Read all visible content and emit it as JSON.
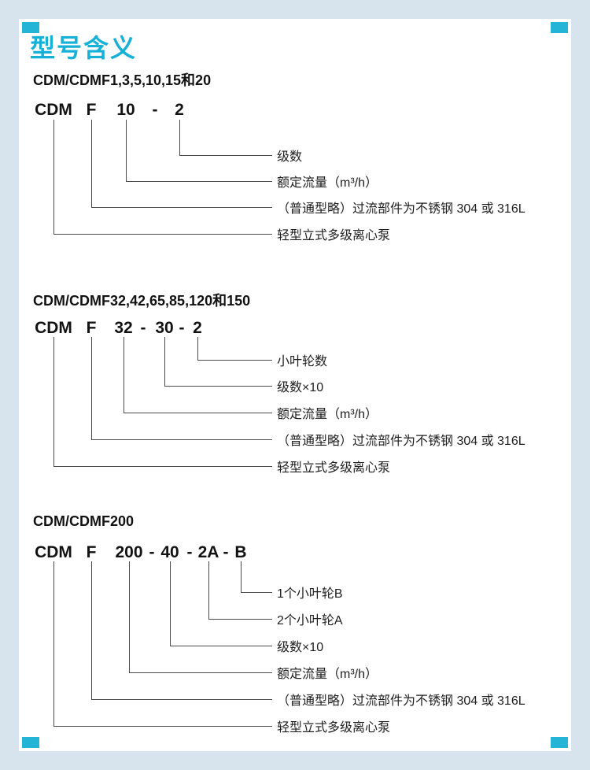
{
  "page": {
    "title": "型号含义",
    "accent_color": "#17b1d7",
    "line_color": "#4a4a4a"
  },
  "sections": [
    {
      "heading": "CDM/CDMF1,3,5,10,15和20",
      "code_tokens": [
        "CDM",
        "F",
        "10",
        "-",
        "2"
      ],
      "labels": [
        "级数",
        "额定流量（m³/h）",
        "（普通型略）过流部件为不锈钢 304 或 316L",
        "轻型立式多级离心泵"
      ]
    },
    {
      "heading": "CDM/CDMF32,42,65,85,120和150",
      "code_tokens": [
        "CDM",
        "F",
        "32",
        "-",
        "30",
        "-",
        "2"
      ],
      "labels": [
        "小叶轮数",
        "级数×10",
        "额定流量（m³/h）",
        "（普通型略）过流部件为不锈钢 304 或 316L",
        "轻型立式多级离心泵"
      ]
    },
    {
      "heading": "CDM/CDMF200",
      "code_tokens": [
        "CDM",
        "F",
        "200",
        "-",
        "40",
        "-",
        "2A",
        "-",
        "B"
      ],
      "labels": [
        "1个小叶轮B",
        "2个小叶轮A",
        "级数×10",
        "额定流量（m³/h）",
        "（普通型略）过流部件为不锈钢 304 或 316L",
        "轻型立式多级离心泵"
      ]
    }
  ]
}
